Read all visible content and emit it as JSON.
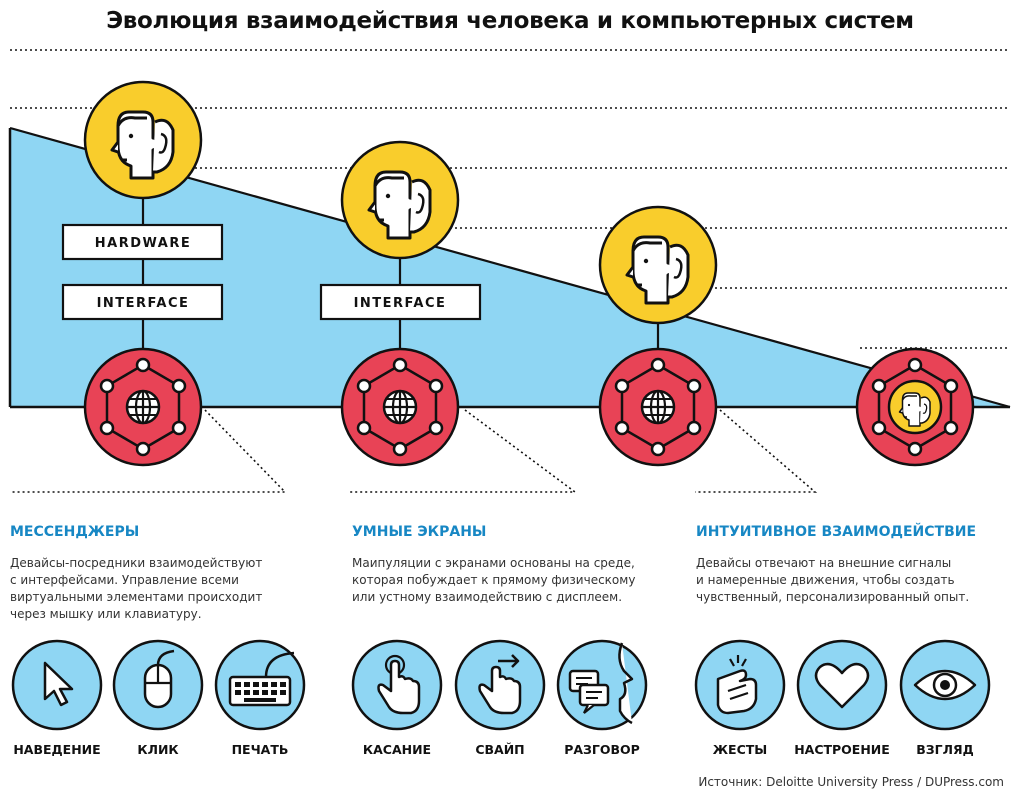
{
  "title": "Эволюция взаимодействия человека и компьютерных систем",
  "boxes": {
    "hardware": "HARDWARE",
    "interface_1": "INTERFACE",
    "interface_2": "INTERFACE"
  },
  "sections": [
    {
      "title": "МЕССЕНДЖЕРЫ",
      "desc": "Девайсы-посредники взаимодействуют\nс интерфейсами. Управление всеми\nвиртуальными элементами происходит\nчерез мышку или клавиатуру.",
      "icons": [
        {
          "label": "НАВЕДЕНИЕ",
          "icon": "cursor-icon"
        },
        {
          "label": "КЛИК",
          "icon": "mouse-icon"
        },
        {
          "label": "ПЕЧАТЬ",
          "icon": "keyboard-icon"
        }
      ]
    },
    {
      "title": "УМНЫЕ ЭКРАНЫ",
      "desc": "Маипуляции с экранами  основаны на среде,\nкоторая побуждает к прямому физическому\nили устному взаимодействию с дисплеем.",
      "icons": [
        {
          "label": "КАСАНИЕ",
          "icon": "tap-icon"
        },
        {
          "label": "СВАЙП",
          "icon": "swipe-icon"
        },
        {
          "label": "РАЗГОВОР",
          "icon": "speech-icon"
        }
      ]
    },
    {
      "title": "ИНТУИТИВНОЕ ВЗАИМОДЕЙСТВИЕ",
      "desc": "Девайсы отвечают на внешние сигналы\nи намеренные движения, чтобы создать\nчувственный, персонализированный опыт.",
      "icons": [
        {
          "label": "ЖЕСТЫ",
          "icon": "gesture-icon"
        },
        {
          "label": "НАСТРОЕНИЕ",
          "icon": "heart-icon"
        },
        {
          "label": "ВЗГЛЯД",
          "icon": "eye-icon"
        }
      ]
    }
  ],
  "source": "Источник: Deloitte University Press / DUPress.com",
  "colors": {
    "sky": "#8fd6f3",
    "yellow": "#f9cd2c",
    "red": "#e84356",
    "accent": "#1787c4",
    "ink": "#111111"
  }
}
